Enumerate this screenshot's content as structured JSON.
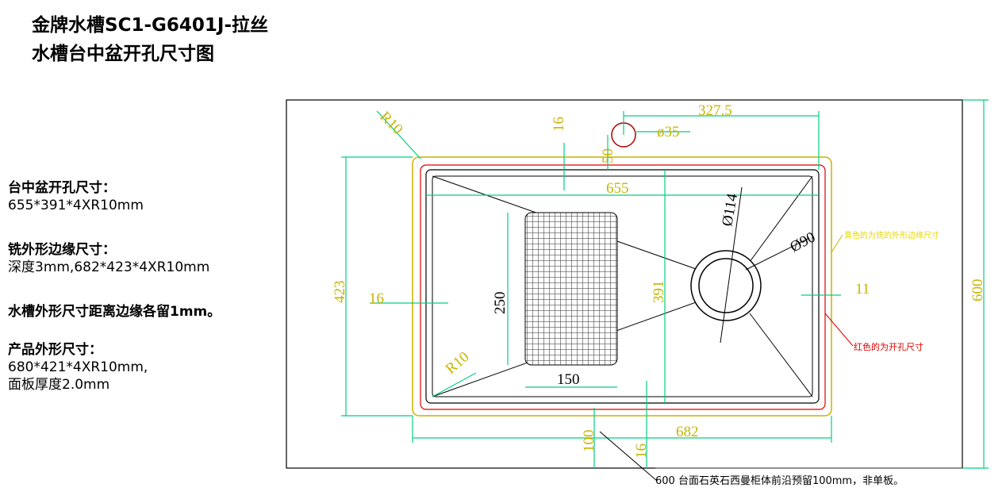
{
  "title": {
    "line1": "金牌水槽SC1-G6401J-拉丝",
    "line2": "水槽台中盆开孔尺寸图"
  },
  "specs": [
    {
      "heading": "台中盆开孔尺寸：",
      "value": "655*391*4XR10mm"
    },
    {
      "heading": "铣外形边缘尺寸：",
      "value": "深度3mm,682*423*4XR10mm"
    },
    {
      "heading": "水槽外形尺寸距离边缘各留1mm。",
      "value": ""
    },
    {
      "heading": "产品外形尺寸：",
      "value": "680*421*4XR10mm,",
      "value2": "面板厚度2.0mm"
    }
  ],
  "drawing": {
    "dims": {
      "d327": "327.5",
      "d16top": "16",
      "d50": "50",
      "d35": "ø35",
      "r10top": "R10",
      "d655": "655",
      "d114": "Ø114",
      "d90": "Ø90",
      "d423": "423",
      "d16left": "16",
      "d250": "250",
      "d391": "391",
      "d11": "11",
      "d600right": "600",
      "r10bottom": "R10",
      "d150": "150",
      "d100": "100",
      "d16bottom": "16",
      "d682": "682"
    },
    "notes": {
      "yellow": "黄色的为铣的外形边缘尺寸",
      "red": "红色的为开孔尺寸",
      "bottom": "600 台面石英石西曼柜体前沿预留100mm，非单板。"
    },
    "colors": {
      "yellow": "#c8b400",
      "red": "#e00000",
      "green": "#00d080"
    }
  }
}
